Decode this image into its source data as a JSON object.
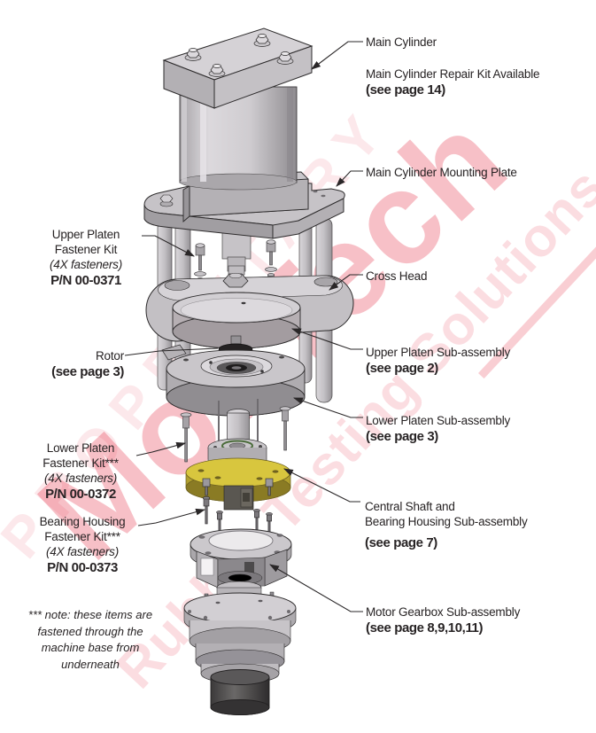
{
  "watermark": {
    "proprietary": "PROPRIETARY",
    "brand": "MonTech",
    "tagline": "Rubber Testing Solutions",
    "color": "#e31e36"
  },
  "colors": {
    "flange_yellow": "#d8c63e",
    "machine_gray": "#c6c3c7",
    "line_black": "#2a2728"
  },
  "callouts": {
    "main_cylinder": "Main Cylinder",
    "repair_kit_line1": "Main Cylinder Repair Kit Available",
    "repair_kit_page": "(see page 14)",
    "mounting_plate": "Main Cylinder Mounting Plate",
    "cross_head": "Cross Head",
    "rotor": "Rotor",
    "rotor_page": "(see page 3)",
    "upper_platen_sub": "Upper Platen Sub-assembly",
    "upper_platen_sub_page": "(see page 2)",
    "lower_platen_sub": "Lower Platen Sub-assembly",
    "lower_platen_sub_page": "(see page 3)",
    "central_shaft_line1": "Central Shaft and",
    "central_shaft_line2": "Bearing Housing Sub-assembly",
    "central_shaft_page": "(see page 7)",
    "motor_gearbox": "Motor Gearbox Sub-assembly",
    "motor_gearbox_page": "(see page 8,9,10,11)",
    "upper_platen_kit": {
      "line1": "Upper Platen",
      "line2": "Fastener Kit",
      "qty": "(4X fasteners)",
      "pn": "P/N 00-0371"
    },
    "lower_platen_kit": {
      "line1": "Lower Platen",
      "line2": "Fastener Kit***",
      "qty": "(4X fasteners)",
      "pn": "P/N 00-0372"
    },
    "bearing_housing_kit": {
      "line1": "Bearing Housing",
      "line2": "Fastener Kit***",
      "qty": "(4X fasteners)",
      "pn": "P/N 00-0373"
    },
    "footnote": {
      "line1": "*** note: these items are",
      "line2": "fastened through the",
      "line3": "machine base from",
      "line4": "underneath"
    }
  }
}
